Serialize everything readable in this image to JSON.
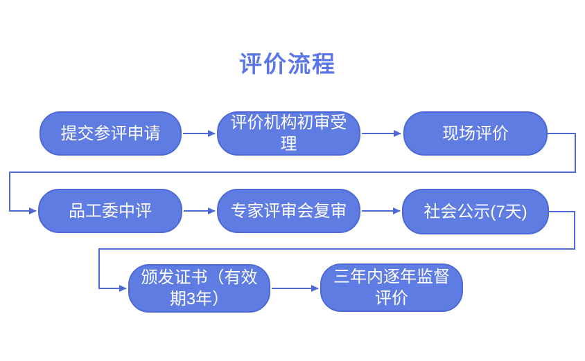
{
  "title": "评价流程",
  "colors": {
    "node_fill": "#5f7ce2",
    "node_border": "#4d69d6",
    "connector": "#4d69d6",
    "title_color": "#5b76e8",
    "node_text": "#ffffff",
    "background": "#ffffff"
  },
  "nodes": [
    {
      "id": "submit-application",
      "label": "提交参评申请",
      "row": 1
    },
    {
      "id": "agency-preliminary-review",
      "label": "评价机构初审受理",
      "row": 1
    },
    {
      "id": "onsite-evaluation",
      "label": "现场评价",
      "row": 1
    },
    {
      "id": "committee-mid-evaluation",
      "label": "品工委中评",
      "row": 2
    },
    {
      "id": "expert-panel-rereview",
      "label": "专家评审会复审",
      "row": 2
    },
    {
      "id": "public-announcement",
      "label": "社会公示(7天)",
      "row": 2
    },
    {
      "id": "certificate-issuance",
      "label": "颁发证书（有效期3年）",
      "row": 3
    },
    {
      "id": "annual-supervision",
      "label": "三年内逐年监督评价",
      "row": 3
    }
  ],
  "edges": [
    {
      "from": "提交参评申请",
      "to": "评价机构初审受理",
      "type": "straight"
    },
    {
      "from": "评价机构初审受理",
      "to": "现场评价",
      "type": "straight"
    },
    {
      "from": "现场评价",
      "to": "品工委中评",
      "type": "wrap-around"
    },
    {
      "from": "品工委中评",
      "to": "专家评审会复审",
      "type": "straight"
    },
    {
      "from": "专家评审会复审",
      "to": "社会公示(7天)",
      "type": "straight"
    },
    {
      "from": "社会公示(7天)",
      "to": "颁发证书（有效期3年）",
      "type": "wrap-around"
    },
    {
      "from": "颁发证书（有效期3年）",
      "to": "三年内逐年监督评价",
      "type": "straight"
    }
  ]
}
